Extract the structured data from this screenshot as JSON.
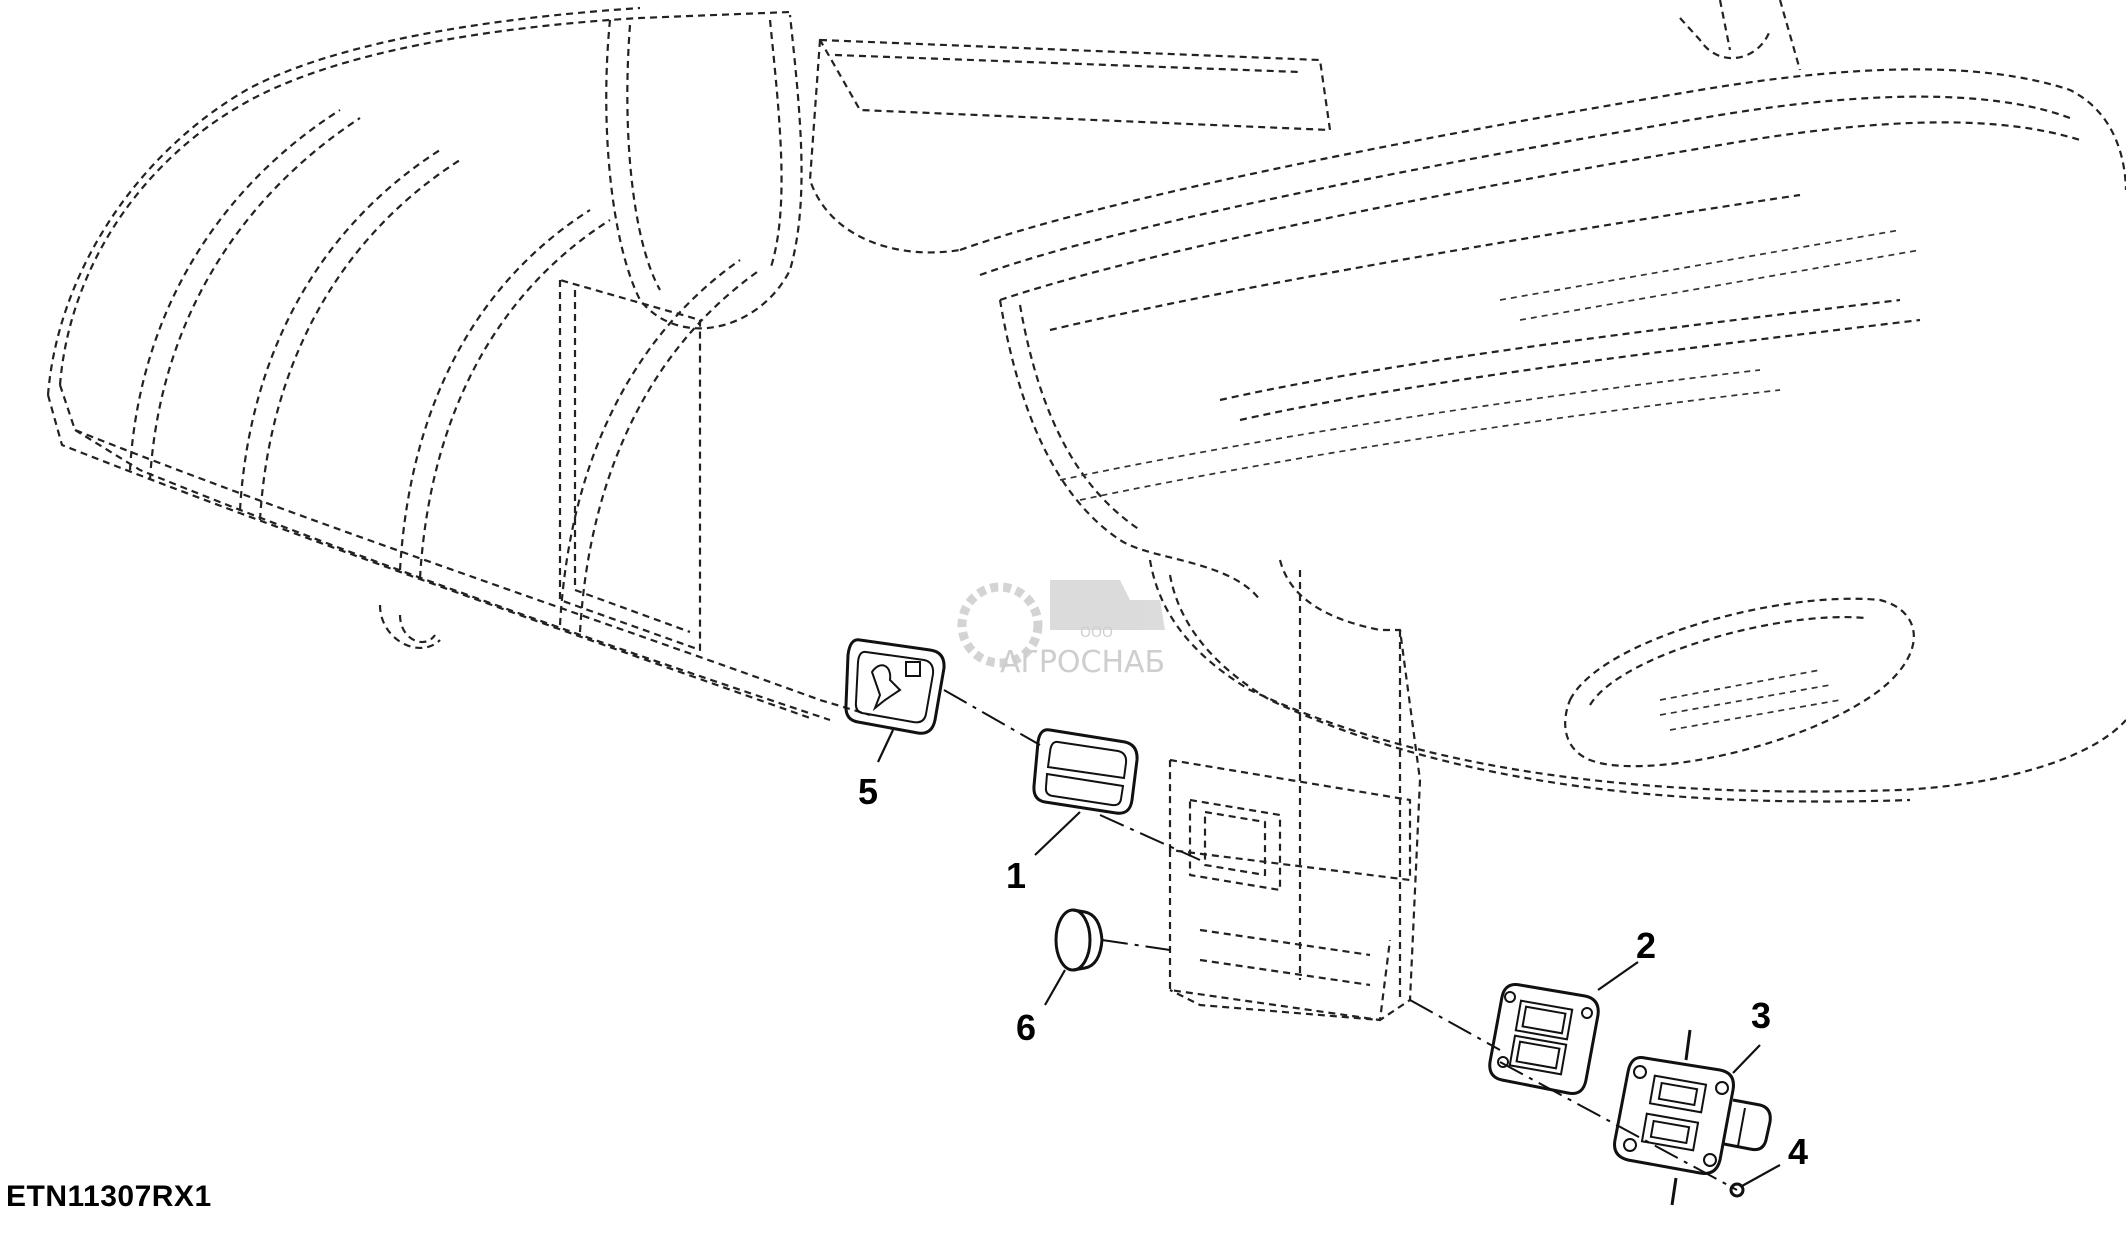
{
  "figure": {
    "id_label": "ETN11307RX1"
  },
  "callouts": [
    {
      "number": "1",
      "part": "switch"
    },
    {
      "number": "2",
      "part": "bezel"
    },
    {
      "number": "3",
      "part": "switch-housing"
    },
    {
      "number": "4",
      "part": "screw"
    },
    {
      "number": "5",
      "part": "decal"
    },
    {
      "number": "6",
      "part": "plug"
    }
  ],
  "watermark": {
    "company_prefix": "ООО",
    "company_name": "АГРОСНАБ"
  },
  "colors": {
    "line": "#111111",
    "background": "#ffffff",
    "watermark": "#c9c9c9"
  }
}
